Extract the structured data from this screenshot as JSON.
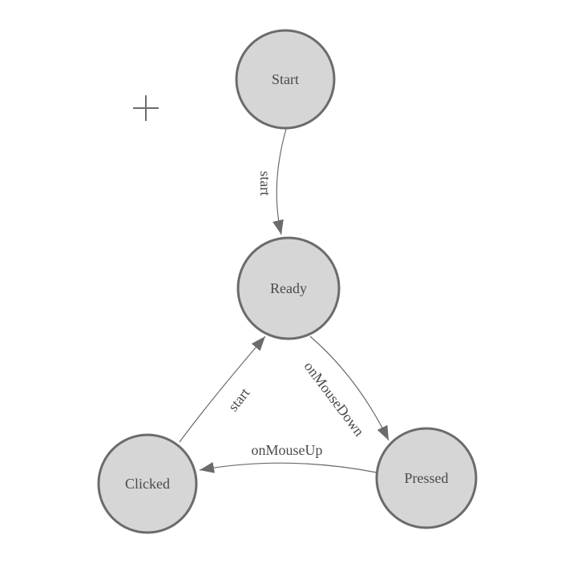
{
  "canvas": {
    "background_color": "#ffffff",
    "colors": {
      "node_fill": "#d6d6d6",
      "node_stroke": "#6b6b6b",
      "edge_stroke": "#6b6b6b",
      "label_text": "#4a4a4a"
    },
    "origin_marker": "+",
    "nodes": [
      {
        "id": "start",
        "label": "Start"
      },
      {
        "id": "ready",
        "label": "Ready"
      },
      {
        "id": "clicked",
        "label": "Clicked"
      },
      {
        "id": "pressed",
        "label": "Pressed"
      }
    ],
    "edges": [
      {
        "id": "start-to-ready",
        "from": "Start",
        "to": "Ready",
        "label": "start"
      },
      {
        "id": "ready-to-pressed",
        "from": "Ready",
        "to": "Pressed",
        "label": "onMouseDown"
      },
      {
        "id": "clicked-to-ready",
        "from": "Clicked",
        "to": "Ready",
        "label": "start"
      },
      {
        "id": "pressed-to-clicked",
        "from": "Pressed",
        "to": "Clicked",
        "label": "onMouseUp"
      }
    ]
  }
}
